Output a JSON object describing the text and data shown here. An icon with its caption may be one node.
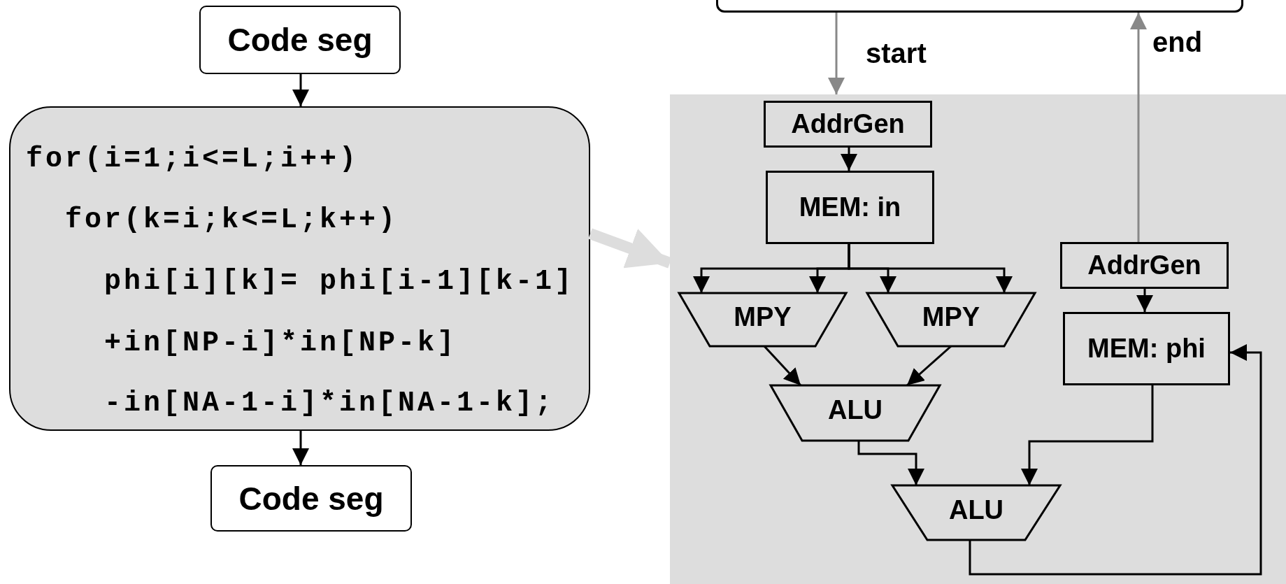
{
  "diagram": {
    "nodes": [
      {
        "text": [
          "Code seg"
        ]
      },
      {
        "text": [
          "for(i=1;i<=L;i++)",
          "for(k=i;k<=L;k++)",
          "phi[i][k]= phi[i-1][k-1]",
          "+in[NP-i]*in[NP-k]",
          "-in[NA-1-i]*in[NA-1-k];"
        ]
      },
      {
        "text": [
          "Code seg"
        ]
      },
      {
        "text": [],
        "shape": "box"
      },
      {
        "text": [],
        "shape": "box"
      },
      {
        "text": [
          "AddrGen"
        ],
        "in": 4
      },
      {
        "text": [
          "MEM: in"
        ],
        "in": 4
      },
      {
        "text": [
          "MPY"
        ],
        "in": 4
      },
      {
        "text": [
          "MPY"
        ],
        "in": 4
      },
      {
        "text": [
          "ALU"
        ],
        "in": 4
      },
      {
        "text": [
          "AddrGen"
        ],
        "in": 4
      },
      {
        "text": [
          "MEM: phi"
        ],
        "in": 4
      },
      {
        "text": [
          "ALU"
        ],
        "in": 4
      }
    ],
    "edges": [
      {
        "from": 0,
        "to": 1,
        "arrow": "to"
      },
      {
        "from": 1,
        "to": 2,
        "arrow": "to"
      },
      {
        "from": 1,
        "to": 4,
        "arrow": "to",
        "style": "thick",
        "color": "#dddddd"
      },
      {
        "from": 3,
        "to": 4,
        "arrow": "to",
        "label": "start",
        "color": "#888888"
      },
      {
        "from": 10,
        "to": 3,
        "arrow": "to",
        "label": "end",
        "color": "#888888"
      },
      {
        "from": 5,
        "to": 6,
        "arrow": "to"
      },
      {
        "from": 6,
        "to": 7,
        "arrow": "to"
      },
      {
        "from": 6,
        "to": 7,
        "arrow": "to"
      },
      {
        "from": 6,
        "to": 8,
        "arrow": "to"
      },
      {
        "from": 6,
        "to": 8,
        "arrow": "to"
      },
      {
        "from": 7,
        "to": 9,
        "arrow": "to"
      },
      {
        "from": 8,
        "to": 9,
        "arrow": "to"
      },
      {
        "from": 9,
        "to": 12,
        "arrow": "to"
      },
      {
        "from": 11,
        "to": 12,
        "arrow": "to"
      },
      {
        "from": 12,
        "to": 11,
        "arrow": "to"
      },
      {
        "from": 10,
        "to": 11,
        "arrow": "to"
      }
    ]
  }
}
